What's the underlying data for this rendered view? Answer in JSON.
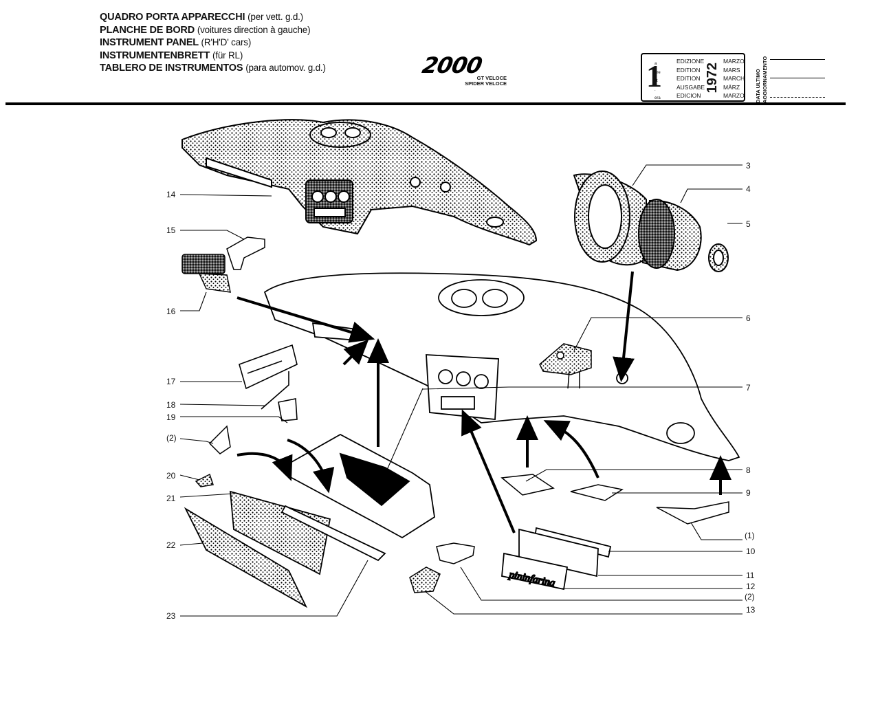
{
  "header": {
    "titles": [
      {
        "main": "QUADRO PORTA APPARECCHI",
        "note": "(per vett. g.d.)"
      },
      {
        "main": "PLANCHE DE BORD",
        "note": "(voitures direction à gauche)"
      },
      {
        "main": "INSTRUMENT PANEL",
        "note": "(R'H'D' cars)"
      },
      {
        "main": "INSTRUMENTENBRETT",
        "note": "(für RL)"
      },
      {
        "main": "TABLERO DE INSTRUMENTOS",
        "note": "(para automov. g.d.)"
      }
    ],
    "logo": {
      "mark": "2000",
      "line1": "GT VELOCE",
      "line2": "SPIDER VELOCE"
    }
  },
  "edition_box": {
    "number": "1",
    "suffixes": [
      "a",
      "ere",
      "st",
      ".",
      "era"
    ],
    "editions": [
      "EDIZIONE",
      "EDITION",
      "EDITION",
      "AUSGABE",
      "EDICION"
    ],
    "year": "1972",
    "months": [
      "MARZO",
      "MARS",
      "MARCH",
      "MÄRZ",
      "MARZO"
    ]
  },
  "update_label": {
    "line1": "DATA ULTIMO",
    "line2": "AGGIORNAMENTO"
  },
  "callouts": {
    "n3": "3",
    "n4": "4",
    "n5": "5",
    "n6": "6",
    "n7": "7",
    "n8": "8",
    "n9": "9",
    "n1": "(1)",
    "n10": "10",
    "n11": "11",
    "n12": "12",
    "n2b": "(2)",
    "n13": "13",
    "n14": "14",
    "n15": "15",
    "n16": "16",
    "n17": "17",
    "n18": "18",
    "n19": "19",
    "n2a": "(2)",
    "n20": "20",
    "n21": "21",
    "n22": "22",
    "n23": "23"
  },
  "badge_text": "pininfarina"
}
